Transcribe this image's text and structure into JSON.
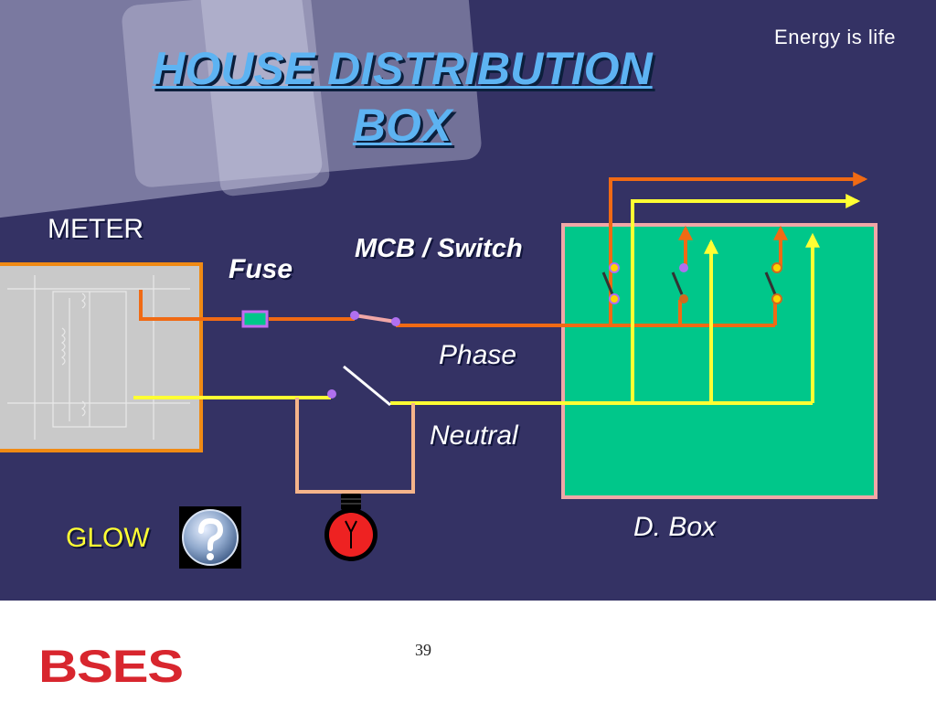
{
  "slide": {
    "title_line1": "HOUSE  DISTRIBUTION",
    "title_line2": "BOX",
    "tagline": "Energy is life",
    "page_number": "39"
  },
  "labels": {
    "meter": "METER",
    "fuse": "Fuse",
    "mcb_switch": "MCB / Switch",
    "phase": "Phase",
    "neutral": "Neutral",
    "d_box": "D. Box",
    "glow": "GLOW"
  },
  "icons": {
    "help": "question-mark-icon",
    "bulb": "light-bulb-icon",
    "logo": "bses-logo"
  },
  "logo_text": "BSES",
  "colors": {
    "background": "#343264",
    "title": "#5db3f2",
    "phase_wire": "#f06a14",
    "neutral_wire": "#ffff33",
    "dbox": "#00c78a",
    "bulb": "#ee2222",
    "logo": "#d8262e"
  }
}
